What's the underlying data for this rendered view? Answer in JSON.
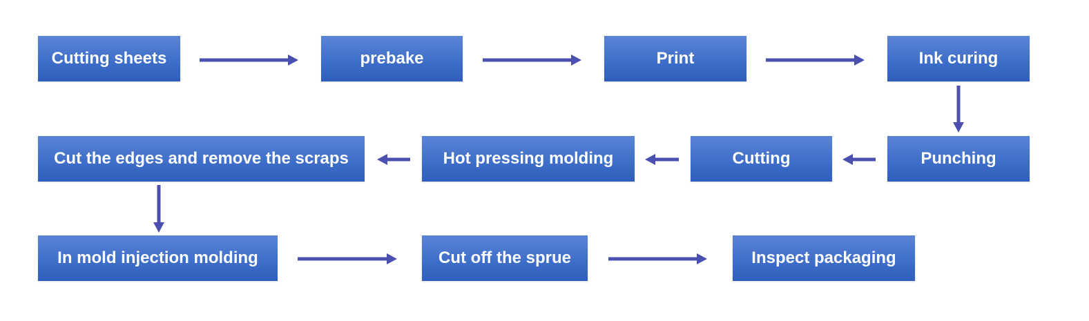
{
  "colors": {
    "box_top": "#5b84d6",
    "box_bottom": "#2e5dbb",
    "arrow": "#4a4fb0",
    "label": "#ffffff"
  },
  "steps": [
    {
      "id": "cutting-sheets",
      "label": "Cutting sheets"
    },
    {
      "id": "prebake",
      "label": "prebake"
    },
    {
      "id": "print",
      "label": "Print"
    },
    {
      "id": "ink-curing",
      "label": "Ink curing"
    },
    {
      "id": "punching",
      "label": "Punching"
    },
    {
      "id": "cutting",
      "label": "Cutting"
    },
    {
      "id": "hot-pressing-molding",
      "label": "Hot pressing molding"
    },
    {
      "id": "cut-edges",
      "label": "Cut the edges and remove the scraps"
    },
    {
      "id": "in-mold-injection",
      "label": "In mold injection molding"
    },
    {
      "id": "cut-sprue",
      "label": "Cut off the sprue"
    },
    {
      "id": "inspect-packaging",
      "label": "Inspect packaging"
    }
  ],
  "edges": [
    {
      "from": "cutting-sheets",
      "to": "prebake"
    },
    {
      "from": "prebake",
      "to": "print"
    },
    {
      "from": "print",
      "to": "ink-curing"
    },
    {
      "from": "ink-curing",
      "to": "punching"
    },
    {
      "from": "punching",
      "to": "cutting"
    },
    {
      "from": "cutting",
      "to": "hot-pressing-molding"
    },
    {
      "from": "hot-pressing-molding",
      "to": "cut-edges"
    },
    {
      "from": "cut-edges",
      "to": "in-mold-injection"
    },
    {
      "from": "in-mold-injection",
      "to": "cut-sprue"
    },
    {
      "from": "cut-sprue",
      "to": "inspect-packaging"
    }
  ]
}
